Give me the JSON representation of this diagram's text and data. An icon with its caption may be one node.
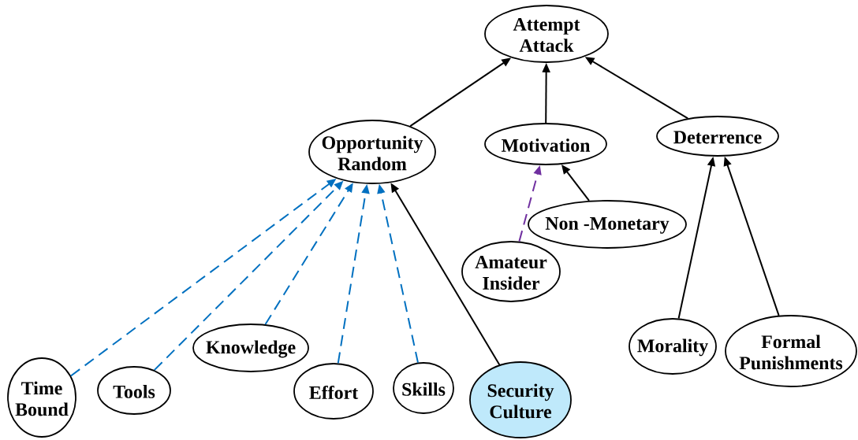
{
  "diagram": {
    "nodes": [
      {
        "text": [
          "Attempt Attack"
        ]
      },
      {
        "text": [
          "Opportunity Random"
        ]
      },
      {
        "text": [
          "Motivation"
        ]
      },
      {
        "text": [
          "Deterrence"
        ]
      },
      {
        "text": [
          "Non -Monetary"
        ]
      },
      {
        "text": [
          "Amateur Insider"
        ]
      },
      {
        "text": [
          "Time Bound"
        ]
      },
      {
        "text": [
          "Tools"
        ]
      },
      {
        "text": [
          "Knowledge"
        ]
      },
      {
        "text": [
          "Effort"
        ]
      },
      {
        "text": [
          "Skills"
        ]
      },
      {
        "text": [
          "Security Culture"
        ]
      },
      {
        "text": [
          "Morality"
        ]
      },
      {
        "text": [
          "Formal Punishments"
        ]
      }
    ],
    "edges": [
      {
        "from": 1,
        "to": 0,
        "arrow": "to"
      },
      {
        "from": 2,
        "to": 0,
        "arrow": "to"
      },
      {
        "from": 3,
        "to": 0,
        "arrow": "to"
      },
      {
        "from": 4,
        "to": 2,
        "arrow": "to"
      },
      {
        "from": 5,
        "to": 2,
        "arrow": "to",
        "style": "dashed",
        "color": "#7030a0"
      },
      {
        "from": 6,
        "to": 1,
        "arrow": "to",
        "style": "dashed",
        "color": "#0070c0"
      },
      {
        "from": 7,
        "to": 1,
        "arrow": "to",
        "style": "dashed",
        "color": "#0070c0"
      },
      {
        "from": 8,
        "to": 1,
        "arrow": "to",
        "style": "dashed",
        "color": "#0070c0"
      },
      {
        "from": 9,
        "to": 1,
        "arrow": "to",
        "style": "dashed",
        "color": "#0070c0"
      },
      {
        "from": 10,
        "to": 1,
        "arrow": "to",
        "style": "dashed",
        "color": "#0070c0"
      },
      {
        "from": 11,
        "to": 1,
        "arrow": "to"
      },
      {
        "from": 12,
        "to": 3,
        "arrow": "to"
      },
      {
        "from": 13,
        "to": 3,
        "arrow": "to"
      }
    ]
  }
}
